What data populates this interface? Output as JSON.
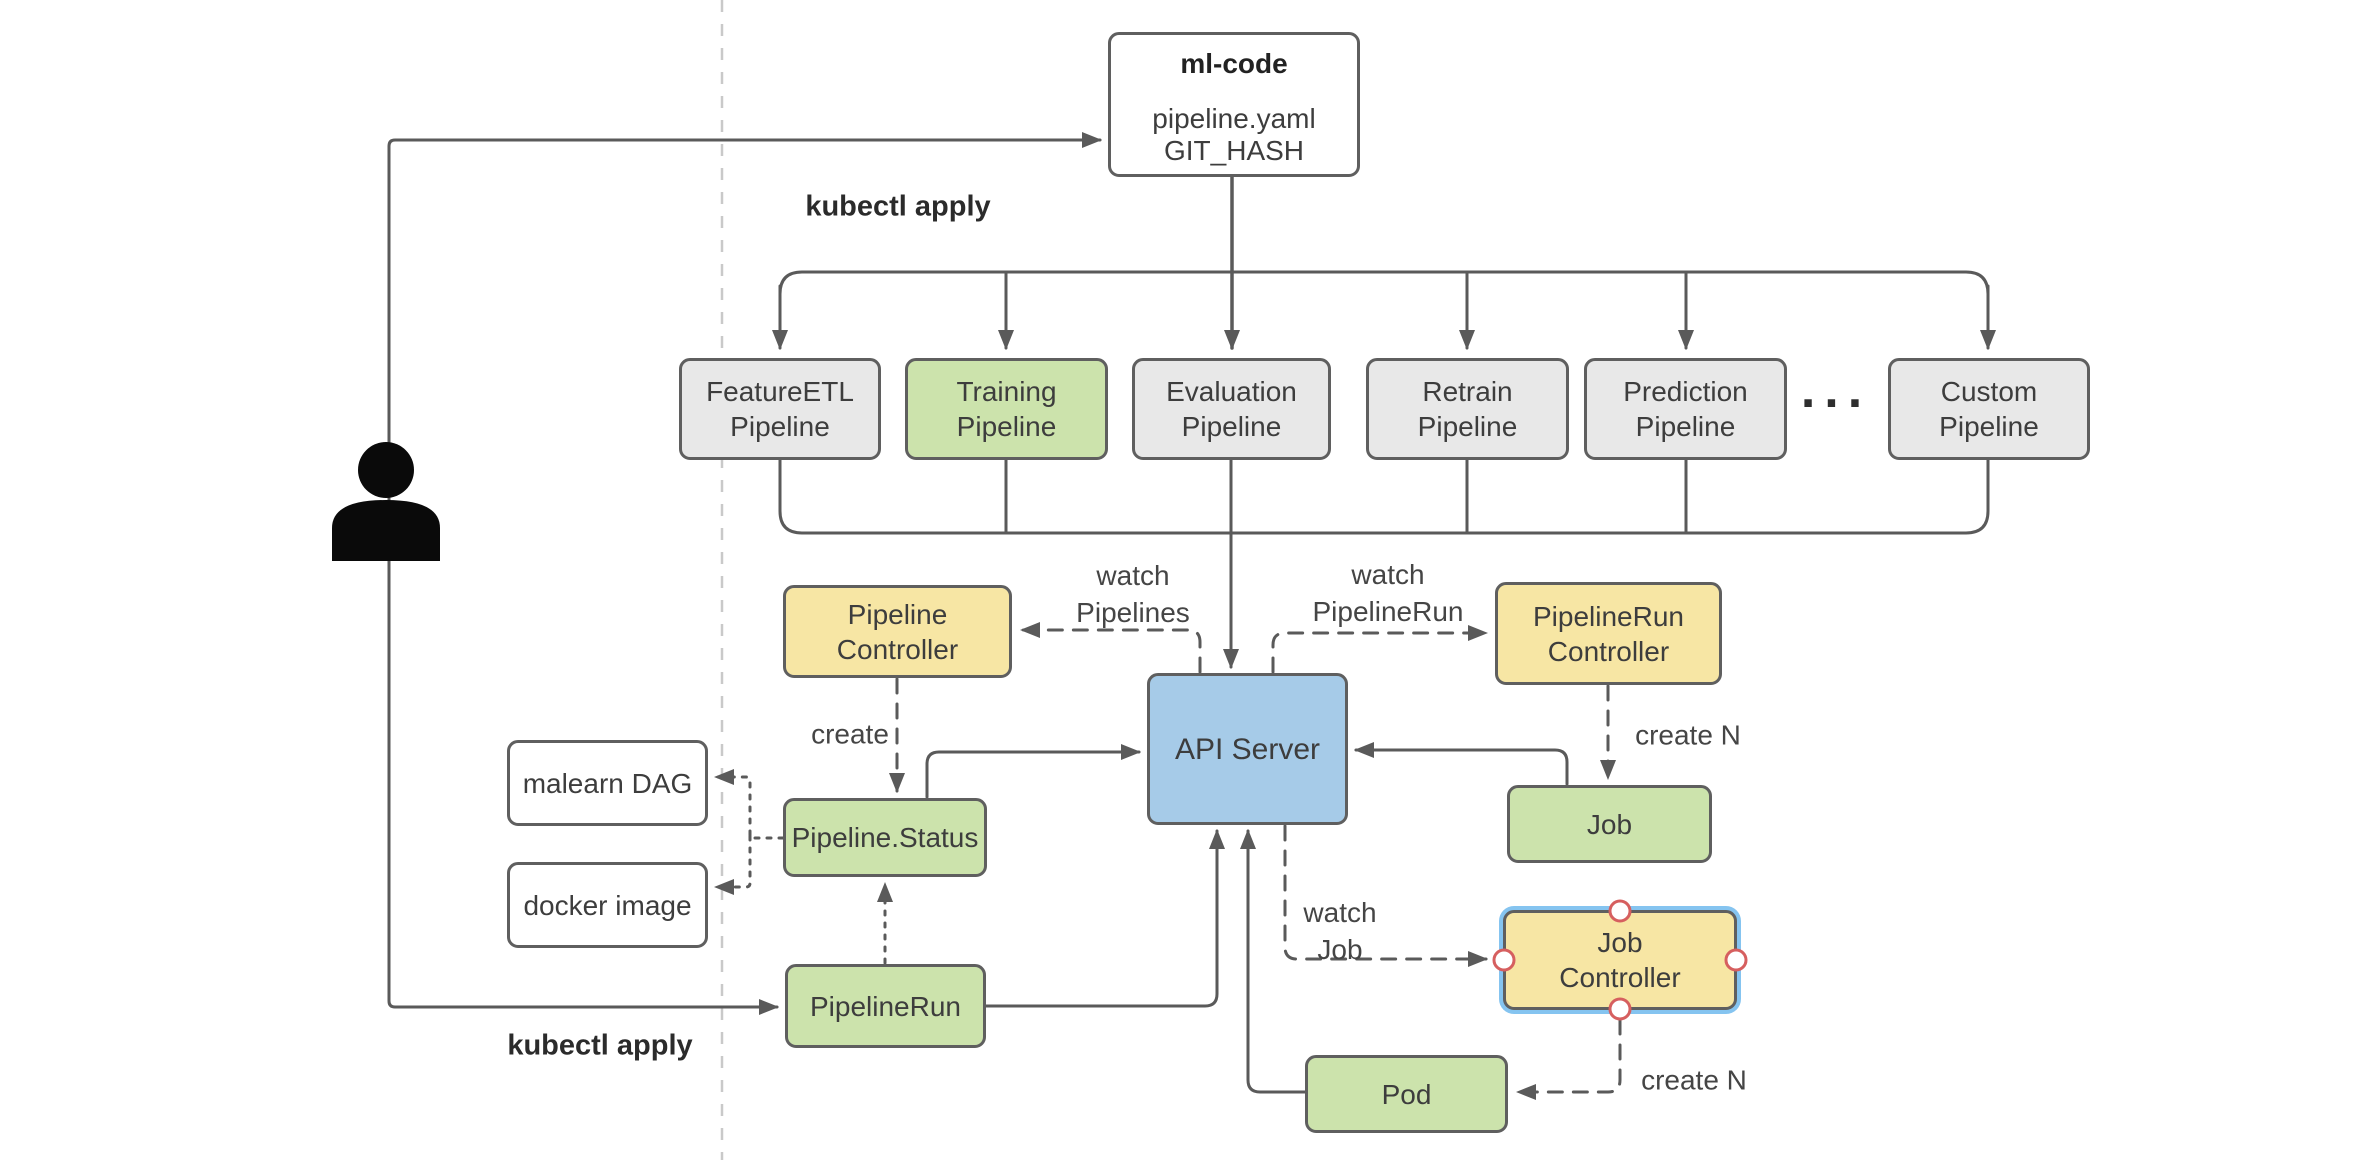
{
  "nodes": {
    "ml_code": {
      "title": "ml-code",
      "line1": "pipeline.yaml",
      "line2": "GIT_HASH"
    },
    "pipelines": [
      {
        "line1": "FeatureETL",
        "line2": "Pipeline"
      },
      {
        "line1": "Training",
        "line2": "Pipeline"
      },
      {
        "line1": "Evaluation",
        "line2": "Pipeline"
      },
      {
        "line1": "Retrain",
        "line2": "Pipeline"
      },
      {
        "line1": "Prediction",
        "line2": "Pipeline"
      },
      {
        "line1": "Custom",
        "line2": "Pipeline"
      }
    ],
    "ellipsis": "...",
    "pipeline_controller": {
      "line1": "Pipeline",
      "line2": "Controller"
    },
    "pipelinerun_controller": {
      "line1": "PipelineRun",
      "line2": "Controller"
    },
    "api_server": {
      "label": "API Server"
    },
    "pipeline_status": {
      "label": "Pipeline.Status"
    },
    "pipeline_run": {
      "label": "PipelineRun"
    },
    "malearn_dag": {
      "label": "malearn DAG"
    },
    "docker_image": {
      "label": "docker image"
    },
    "job": {
      "label": "Job"
    },
    "job_controller": {
      "line1": "Job",
      "line2": "Controller"
    },
    "pod": {
      "label": "Pod"
    }
  },
  "edge_labels": {
    "kubectl_apply_top": "kubectl apply",
    "kubectl_apply_bottom": "kubectl apply",
    "watch_pipelines": {
      "line1": "watch",
      "line2": "Pipelines"
    },
    "watch_pipelinerun": {
      "line1": "watch",
      "line2": "PipelineRun"
    },
    "watch_job": {
      "line1": "watch",
      "line2": "Job"
    },
    "create": "create",
    "create_n_jobs": "create N",
    "create_n_pods": "create N"
  },
  "colors": {
    "pipeline_box_gray": "#e8e8e8",
    "highlight_green": "#cce3ac",
    "controller_yellow": "#f7e6a4",
    "api_server_blue": "#a6cbe8",
    "plain_white": "#ffffff",
    "stroke_gray": "#5a5a5a",
    "separator_gray": "#c9c9c9",
    "selection_blue": "#85c4f0",
    "handle_red": "#d65f5f"
  }
}
